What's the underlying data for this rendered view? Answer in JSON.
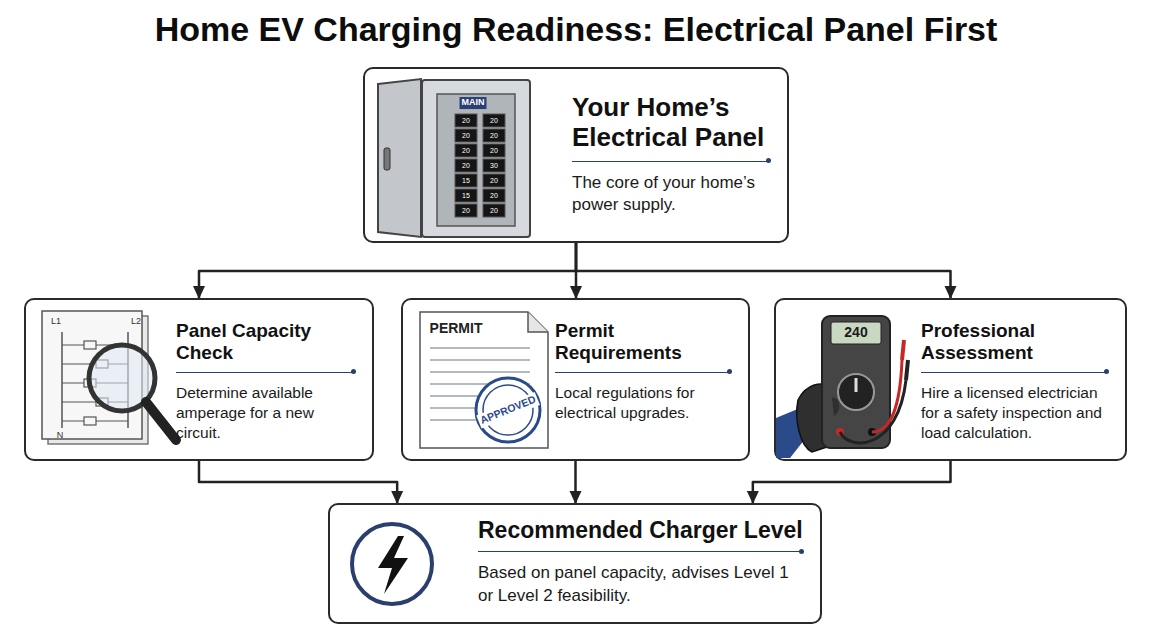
{
  "diagram": {
    "title": "Home EV Charging Readiness: Electrical Panel First",
    "nodes": [
      {
        "text": [
          "Your Home’s Electrical Panel",
          "The core of your home’s power supply."
        ]
      },
      {
        "text": [
          "Panel Capacity Check",
          "Determine available amperage for a new circuit."
        ]
      },
      {
        "text": [
          "Permit Requirements",
          "Local regulations for electrical upgrades."
        ]
      },
      {
        "text": [
          "Professional Assessment",
          "Hire a licensed electrician for a safety inspection and load calculation."
        ]
      },
      {
        "text": [
          "Recommended Charger Level",
          "Based on panel capacity, advises Level 1 or Level 2 feasibility."
        ]
      }
    ],
    "edges": [
      {
        "from": 0,
        "to": 1,
        "arrow": "to"
      },
      {
        "from": 0,
        "to": 2,
        "arrow": "to"
      },
      {
        "from": 0,
        "to": 3,
        "arrow": "to"
      },
      {
        "from": 1,
        "to": 4,
        "arrow": "to"
      },
      {
        "from": 2,
        "to": 4,
        "arrow": "to"
      },
      {
        "from": 3,
        "to": 4,
        "arrow": "to"
      }
    ],
    "labels": [
      "MAIN",
      "20",
      "20",
      "20",
      "20",
      "15",
      "15",
      "20",
      "20",
      "20",
      "20",
      "30",
      "20",
      "20",
      "20",
      "L1",
      "L2",
      "N",
      "PERMIT",
      "APPROVED",
      "240"
    ]
  }
}
